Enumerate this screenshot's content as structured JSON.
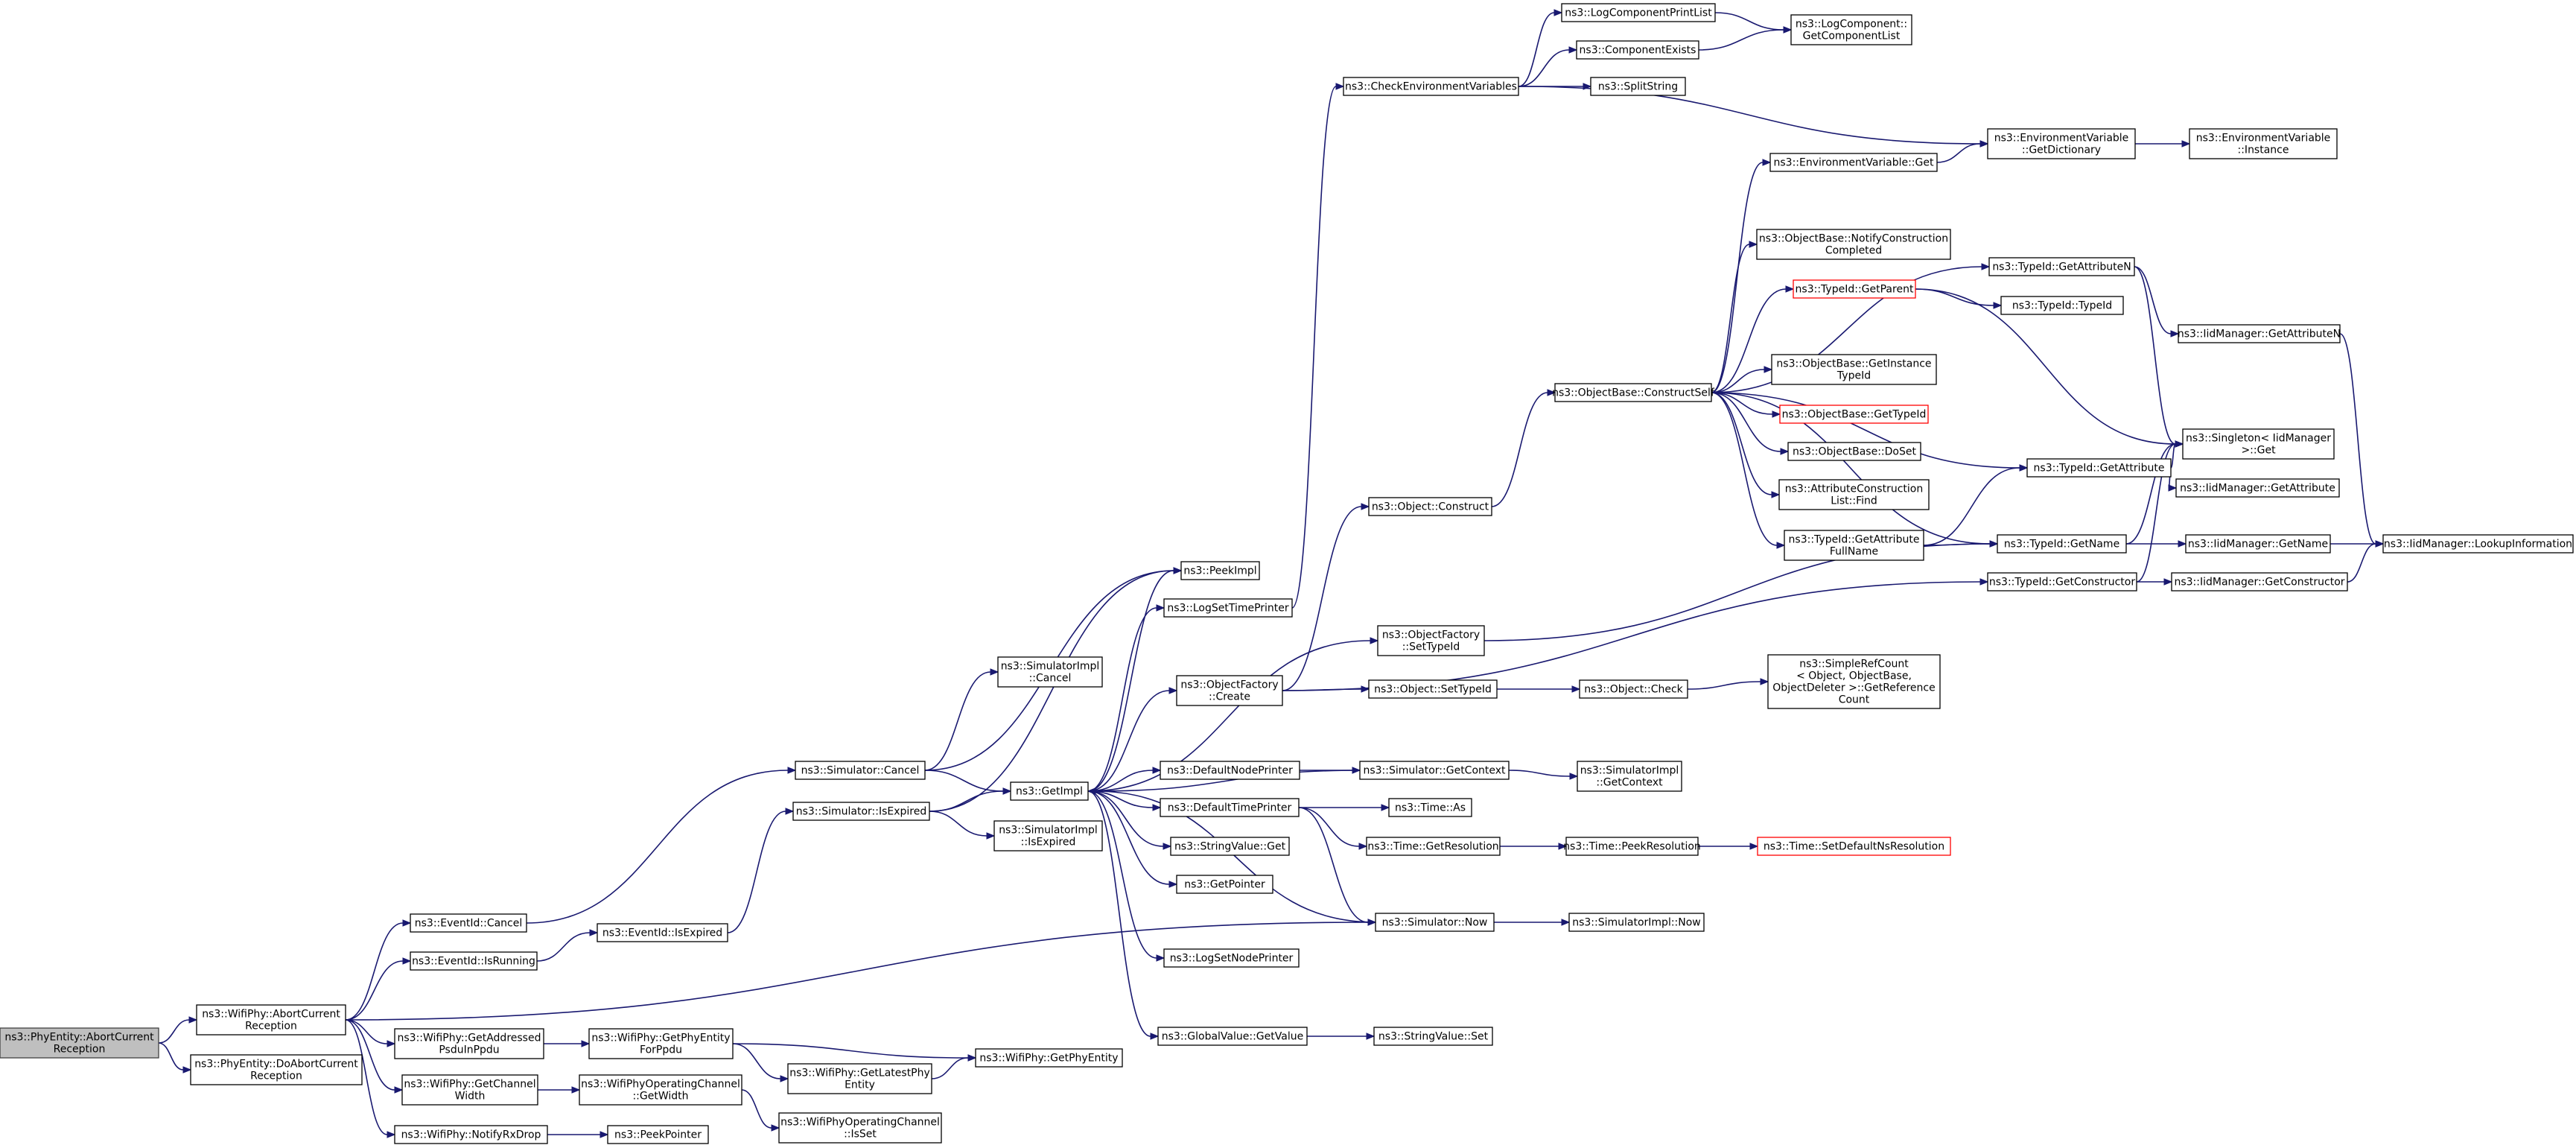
{
  "colors": {
    "edge": "#191970",
    "node_border": "#000000",
    "root_fill": "#bfbfbf",
    "incomplete_border": "#ff0000",
    "background": "#ffffff"
  },
  "nodes": [
    {
      "id": "phy_abort",
      "lines": [
        "ns3::PhyEntity::AbortCurrent",
        "Reception"
      ],
      "root": true
    },
    {
      "id": "wifi_abort",
      "lines": [
        "ns3::WifiPhy::AbortCurrent",
        "Reception"
      ]
    },
    {
      "id": "phy_doabort",
      "lines": [
        "ns3::PhyEntity::DoAbortCurrent",
        "Reception"
      ]
    },
    {
      "id": "ev_cancel",
      "lines": [
        "ns3::EventId::Cancel"
      ]
    },
    {
      "id": "ev_isrunning",
      "lines": [
        "ns3::EventId::IsRunning"
      ]
    },
    {
      "id": "wp_getaddressed",
      "lines": [
        "ns3::WifiPhy::GetAddressed",
        "PsduInPpdu"
      ]
    },
    {
      "id": "wp_getchwidth",
      "lines": [
        "ns3::WifiPhy::GetChannel",
        "Width"
      ]
    },
    {
      "id": "wp_notifyrxdrop",
      "lines": [
        "ns3::WifiPhy::NotifyRxDrop"
      ]
    },
    {
      "id": "peekpointer",
      "lines": [
        "ns3::PeekPointer"
      ]
    },
    {
      "id": "wp_getphyforppdu",
      "lines": [
        "ns3::WifiPhy::GetPhyEntity",
        "ForPpdu"
      ]
    },
    {
      "id": "wpoc_getwidth",
      "lines": [
        "ns3::WifiPhyOperatingChannel",
        "::GetWidth"
      ]
    },
    {
      "id": "wp_getlatest",
      "lines": [
        "ns3::WifiPhy::GetLatestPhy",
        "Entity"
      ]
    },
    {
      "id": "wpoc_isset",
      "lines": [
        "ns3::WifiPhyOperatingChannel",
        "::IsSet"
      ]
    },
    {
      "id": "wp_getphyentity",
      "lines": [
        "ns3::WifiPhy::GetPhyEntity"
      ]
    },
    {
      "id": "ev_isexpired",
      "lines": [
        "ns3::EventId::IsExpired"
      ]
    },
    {
      "id": "sim_cancel",
      "lines": [
        "ns3::Simulator::Cancel"
      ]
    },
    {
      "id": "sim_isexpired",
      "lines": [
        "ns3::Simulator::IsExpired"
      ]
    },
    {
      "id": "simimpl_cancel",
      "lines": [
        "ns3::SimulatorImpl",
        "::Cancel"
      ]
    },
    {
      "id": "simimpl_isexpired",
      "lines": [
        "ns3::SimulatorImpl",
        "::IsExpired"
      ]
    },
    {
      "id": "getimpl",
      "lines": [
        "ns3::GetImpl"
      ]
    },
    {
      "id": "peekimpl",
      "lines": [
        "ns3::PeekImpl"
      ]
    },
    {
      "id": "logsettimeprinter",
      "lines": [
        "ns3::LogSetTimePrinter"
      ]
    },
    {
      "id": "of_create",
      "lines": [
        "ns3::ObjectFactory",
        "::Create"
      ]
    },
    {
      "id": "defaultnodeprinter",
      "lines": [
        "ns3::DefaultNodePrinter"
      ]
    },
    {
      "id": "defaulttimeprinter",
      "lines": [
        "ns3::DefaultTimePrinter"
      ]
    },
    {
      "id": "stringvalue_get",
      "lines": [
        "ns3::StringValue::Get"
      ]
    },
    {
      "id": "getpointer",
      "lines": [
        "ns3::GetPointer"
      ]
    },
    {
      "id": "logsetnodeprinter",
      "lines": [
        "ns3::LogSetNodePrinter"
      ]
    },
    {
      "id": "gv_getvalue",
      "lines": [
        "ns3::GlobalValue::GetValue"
      ]
    },
    {
      "id": "of_settypeid",
      "lines": [
        "ns3::ObjectFactory",
        "::SetTypeId"
      ]
    },
    {
      "id": "obj_construct",
      "lines": [
        "ns3::Object::Construct"
      ]
    },
    {
      "id": "obj_settypeid",
      "lines": [
        "ns3::Object::SetTypeId"
      ]
    },
    {
      "id": "sim_getcontext",
      "lines": [
        "ns3::Simulator::GetContext"
      ]
    },
    {
      "id": "time_as",
      "lines": [
        "ns3::Time::As"
      ]
    },
    {
      "id": "time_getres",
      "lines": [
        "ns3::Time::GetResolution"
      ]
    },
    {
      "id": "sim_now",
      "lines": [
        "ns3::Simulator::Now"
      ]
    },
    {
      "id": "stringvalue_set",
      "lines": [
        "ns3::StringValue::Set"
      ]
    },
    {
      "id": "checkenv",
      "lines": [
        "ns3::CheckEnvironmentVariables"
      ]
    },
    {
      "id": "ob_constructself",
      "lines": [
        "ns3::ObjectBase::ConstructSelf"
      ]
    },
    {
      "id": "obj_check",
      "lines": [
        "ns3::Object::Check"
      ]
    },
    {
      "id": "simimpl_getcontext",
      "lines": [
        "ns3::SimulatorImpl",
        "::GetContext"
      ]
    },
    {
      "id": "time_peekres",
      "lines": [
        "ns3::Time::PeekResolution"
      ]
    },
    {
      "id": "simimpl_now",
      "lines": [
        "ns3::SimulatorImpl::Now"
      ]
    },
    {
      "id": "logcompprintlist",
      "lines": [
        "ns3::LogComponentPrintList"
      ]
    },
    {
      "id": "compexists",
      "lines": [
        "ns3::ComponentExists"
      ]
    },
    {
      "id": "splitstring",
      "lines": [
        "ns3::SplitString"
      ]
    },
    {
      "id": "envvar_get",
      "lines": [
        "ns3::EnvironmentVariable::Get"
      ]
    },
    {
      "id": "ob_notifyconstruction",
      "lines": [
        "ns3::ObjectBase::NotifyConstruction",
        "Completed"
      ]
    },
    {
      "id": "typeid_getparent",
      "lines": [
        "ns3::TypeId::GetParent"
      ],
      "incomplete": true
    },
    {
      "id": "ob_getinstancetypeid",
      "lines": [
        "ns3::ObjectBase::GetInstance",
        "TypeId"
      ]
    },
    {
      "id": "ob_gettypeid",
      "lines": [
        "ns3::ObjectBase::GetTypeId"
      ],
      "incomplete": true
    },
    {
      "id": "ob_doset",
      "lines": [
        "ns3::ObjectBase::DoSet"
      ]
    },
    {
      "id": "acl_find",
      "lines": [
        "ns3::AttributeConstruction",
        "List::Find"
      ]
    },
    {
      "id": "typeid_getattrfullname",
      "lines": [
        "ns3::TypeId::GetAttribute",
        "FullName"
      ]
    },
    {
      "id": "simplerefcount",
      "lines": [
        "ns3::SimpleRefCount",
        "< Object, ObjectBase,",
        "ObjectDeleter >::GetReference",
        "Count"
      ]
    },
    {
      "id": "time_setdefaultnsres",
      "lines": [
        "ns3::Time::SetDefaultNsResolution"
      ],
      "incomplete": true
    },
    {
      "id": "logcomp_getcomplist",
      "lines": [
        "ns3::LogComponent::",
        "GetComponentList"
      ]
    },
    {
      "id": "envvar_getdict",
      "lines": [
        "ns3::EnvironmentVariable",
        "::GetDictionary"
      ]
    },
    {
      "id": "typeid_getattrn",
      "lines": [
        "ns3::TypeId::GetAttributeN"
      ]
    },
    {
      "id": "typeid_typeid",
      "lines": [
        "ns3::TypeId::TypeId"
      ]
    },
    {
      "id": "typeid_getattr",
      "lines": [
        "ns3::TypeId::GetAttribute"
      ]
    },
    {
      "id": "typeid_getname",
      "lines": [
        "ns3::TypeId::GetName"
      ]
    },
    {
      "id": "typeid_getconstructor",
      "lines": [
        "ns3::TypeId::GetConstructor"
      ]
    },
    {
      "id": "envvar_instance",
      "lines": [
        "ns3::EnvironmentVariable",
        "::Instance"
      ]
    },
    {
      "id": "iidm_getattrn",
      "lines": [
        "ns3::IidManager::GetAttributeN"
      ]
    },
    {
      "id": "singleton_get",
      "lines": [
        "ns3::Singleton< IidManager",
        " >::Get"
      ]
    },
    {
      "id": "iidm_getattr",
      "lines": [
        "ns3::IidManager::GetAttribute"
      ]
    },
    {
      "id": "iidm_getname",
      "lines": [
        "ns3::IidManager::GetName"
      ]
    },
    {
      "id": "iidm_getconstructor",
      "lines": [
        "ns3::IidManager::GetConstructor"
      ]
    },
    {
      "id": "iidm_lookupinfo",
      "lines": [
        "ns3::IidManager::LookupInformation"
      ]
    }
  ],
  "edges": [
    [
      "phy_abort",
      "wifi_abort"
    ],
    [
      "phy_abort",
      "phy_doabort"
    ],
    [
      "wifi_abort",
      "ev_cancel"
    ],
    [
      "wifi_abort",
      "ev_isrunning"
    ],
    [
      "wifi_abort",
      "wp_getaddressed"
    ],
    [
      "wifi_abort",
      "wp_getchwidth"
    ],
    [
      "wifi_abort",
      "wp_notifyrxdrop"
    ],
    [
      "wifi_abort",
      "sim_now"
    ],
    [
      "ev_cancel",
      "sim_cancel"
    ],
    [
      "ev_isrunning",
      "ev_isexpired"
    ],
    [
      "ev_isexpired",
      "sim_isexpired"
    ],
    [
      "wp_getaddressed",
      "wp_getphyforppdu"
    ],
    [
      "wp_getchwidth",
      "wpoc_getwidth"
    ],
    [
      "wp_notifyrxdrop",
      "peekpointer"
    ],
    [
      "wp_getphyforppdu",
      "wp_getlatest"
    ],
    [
      "wp_getphyforppdu",
      "wp_getphyentity"
    ],
    [
      "wp_getlatest",
      "wp_getphyentity"
    ],
    [
      "wpoc_getwidth",
      "wpoc_isset"
    ],
    [
      "sim_cancel",
      "simimpl_cancel"
    ],
    [
      "sim_cancel",
      "getimpl"
    ],
    [
      "sim_cancel",
      "peekimpl"
    ],
    [
      "sim_isexpired",
      "getimpl"
    ],
    [
      "sim_isexpired",
      "simimpl_isexpired"
    ],
    [
      "sim_isexpired",
      "peekimpl"
    ],
    [
      "getimpl",
      "peekimpl"
    ],
    [
      "getimpl",
      "logsettimeprinter"
    ],
    [
      "getimpl",
      "of_settypeid"
    ],
    [
      "getimpl",
      "of_create"
    ],
    [
      "getimpl",
      "defaultnodeprinter"
    ],
    [
      "getimpl",
      "defaulttimeprinter"
    ],
    [
      "getimpl",
      "stringvalue_get"
    ],
    [
      "getimpl",
      "getpointer"
    ],
    [
      "getimpl",
      "logsetnodeprinter"
    ],
    [
      "getimpl",
      "gv_getvalue"
    ],
    [
      "logsettimeprinter",
      "checkenv"
    ],
    [
      "of_create",
      "obj_construct"
    ],
    [
      "of_create",
      "obj_settypeid"
    ],
    [
      "of_create",
      "typeid_getconstructor"
    ],
    [
      "of_settypeid",
      "typeid_getname"
    ],
    [
      "defaultnodeprinter",
      "sim_getcontext"
    ],
    [
      "defaulttimeprinter",
      "time_as"
    ],
    [
      "defaulttimeprinter",
      "time_getres"
    ],
    [
      "defaulttimeprinter",
      "sim_now"
    ],
    [
      "gv_getvalue",
      "stringvalue_set"
    ],
    [
      "sim_getcontext",
      "getimpl"
    ],
    [
      "sim_getcontext",
      "simimpl_getcontext"
    ],
    [
      "sim_now",
      "getimpl"
    ],
    [
      "sim_now",
      "simimpl_now"
    ],
    [
      "time_getres",
      "time_peekres"
    ],
    [
      "time_peekres",
      "time_setdefaultnsres"
    ],
    [
      "obj_construct",
      "ob_constructself"
    ],
    [
      "obj_settypeid",
      "obj_check"
    ],
    [
      "obj_check",
      "simplerefcount"
    ],
    [
      "checkenv",
      "logcompprintlist"
    ],
    [
      "checkenv",
      "compexists"
    ],
    [
      "checkenv",
      "splitstring"
    ],
    [
      "checkenv",
      "envvar_getdict"
    ],
    [
      "logcompprintlist",
      "logcomp_getcomplist"
    ],
    [
      "compexists",
      "logcomp_getcomplist"
    ],
    [
      "ob_constructself",
      "envvar_get"
    ],
    [
      "ob_constructself",
      "ob_notifyconstruction"
    ],
    [
      "ob_constructself",
      "typeid_getparent"
    ],
    [
      "ob_constructself",
      "ob_getinstancetypeid"
    ],
    [
      "ob_constructself",
      "ob_gettypeid"
    ],
    [
      "ob_constructself",
      "ob_doset"
    ],
    [
      "ob_constructself",
      "acl_find"
    ],
    [
      "ob_constructself",
      "typeid_getattrfullname"
    ],
    [
      "ob_constructself",
      "typeid_getattrn"
    ],
    [
      "ob_constructself",
      "typeid_getattr"
    ],
    [
      "ob_constructself",
      "typeid_getname"
    ],
    [
      "envvar_get",
      "envvar_getdict"
    ],
    [
      "envvar_getdict",
      "envvar_instance"
    ],
    [
      "typeid_getparent",
      "typeid_typeid"
    ],
    [
      "typeid_getparent",
      "singleton_get"
    ],
    [
      "typeid_getattrfullname",
      "typeid_getattr"
    ],
    [
      "typeid_getattrfullname",
      "typeid_getname"
    ],
    [
      "typeid_getattrn",
      "iidm_getattrn"
    ],
    [
      "typeid_getattrn",
      "singleton_get"
    ],
    [
      "typeid_getattr",
      "singleton_get"
    ],
    [
      "typeid_getattr",
      "iidm_getattr"
    ],
    [
      "typeid_getname",
      "singleton_get"
    ],
    [
      "typeid_getname",
      "iidm_getname"
    ],
    [
      "typeid_getconstructor",
      "singleton_get"
    ],
    [
      "typeid_getconstructor",
      "iidm_getconstructor"
    ],
    [
      "iidm_getattrn",
      "iidm_lookupinfo"
    ],
    [
      "iidm_getname",
      "iidm_lookupinfo"
    ],
    [
      "iidm_getconstructor",
      "iidm_lookupinfo"
    ]
  ]
}
